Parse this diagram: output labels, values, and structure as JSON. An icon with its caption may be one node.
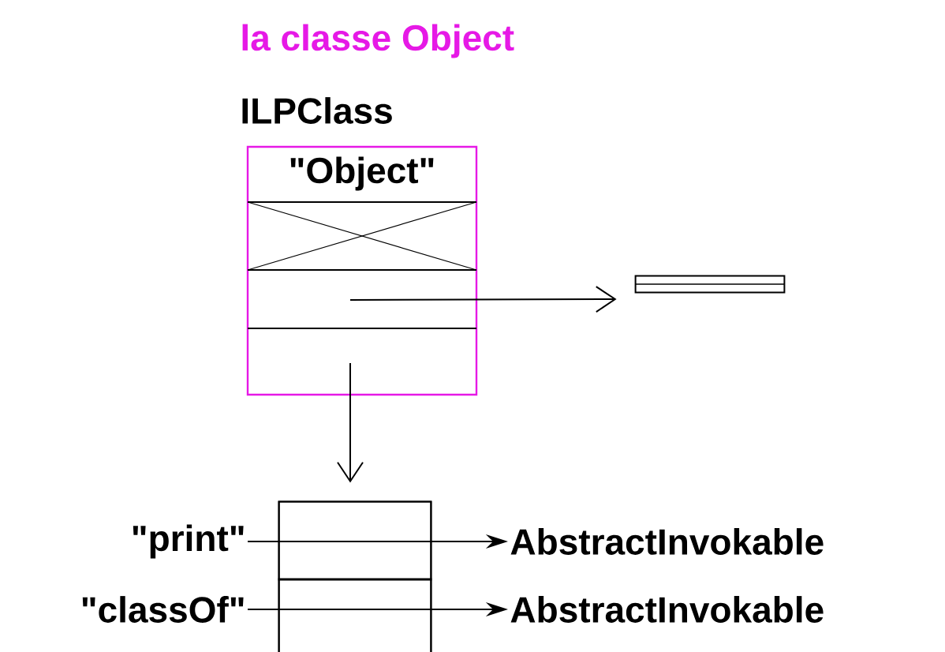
{
  "diagram": {
    "title": "la classe Object",
    "nodes": [
      {
        "text": [
          "ILPClass",
          "\"Object\""
        ]
      },
      {
        "text": [],
        "shape": "bar"
      },
      {
        "text": [],
        "shape": "box"
      },
      {
        "text": [],
        "shape": "box",
        "in": 2
      },
      {
        "text": [],
        "shape": "box",
        "in": 2
      },
      {
        "text": [
          "\"print\""
        ]
      },
      {
        "text": [
          "AbstractInvokable"
        ]
      },
      {
        "text": [
          "\"classOf\""
        ]
      },
      {
        "text": [
          "AbstractInvokable"
        ]
      }
    ],
    "edges": [
      {
        "from": 0,
        "to": 1,
        "arrow": "to"
      },
      {
        "from": 0,
        "to": 2,
        "arrow": "to"
      },
      {
        "from": 5,
        "to": 3,
        "arrow": "none"
      },
      {
        "from": 3,
        "to": 6,
        "arrow": "to"
      },
      {
        "from": 7,
        "to": 4,
        "arrow": "none"
      },
      {
        "from": 4,
        "to": 8,
        "arrow": "to"
      }
    ]
  }
}
